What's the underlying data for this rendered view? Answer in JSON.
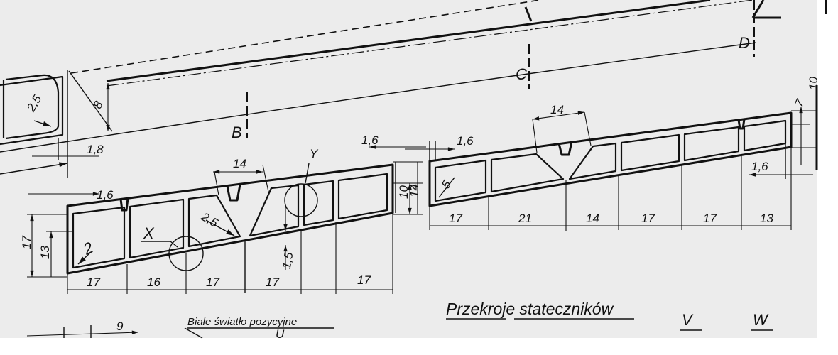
{
  "title": "Przekroje stateczników",
  "note": "Białe światło pozycyjne",
  "section_marks": {
    "B": "B",
    "C": "C",
    "D": "D",
    "X": "X",
    "Y": "Y",
    "U": "U",
    "V": "V",
    "W": "W"
  },
  "left_piece": {
    "radius": "2,5",
    "height": "8",
    "width": "1,8"
  },
  "section_b": {
    "skin": "1,6",
    "notch_width": "14",
    "corner_radius": "2",
    "v_radius": "2,5",
    "rib": "1,5",
    "height_total": "17",
    "height_inner": "13",
    "end_skin": "1,6",
    "end_h1": "10",
    "end_h2": "14",
    "spacings": [
      "17",
      "16",
      "17",
      "17",
      "17"
    ]
  },
  "section_c": {
    "skin": "1,6",
    "notch_width": "14",
    "corner_radius": "5",
    "end_skin": "1,6",
    "end_h1": "7",
    "end_h2": "10",
    "spacings": [
      "17",
      "21",
      "14",
      "17",
      "17",
      "13"
    ]
  },
  "misc": {
    "dim_9": "9"
  }
}
